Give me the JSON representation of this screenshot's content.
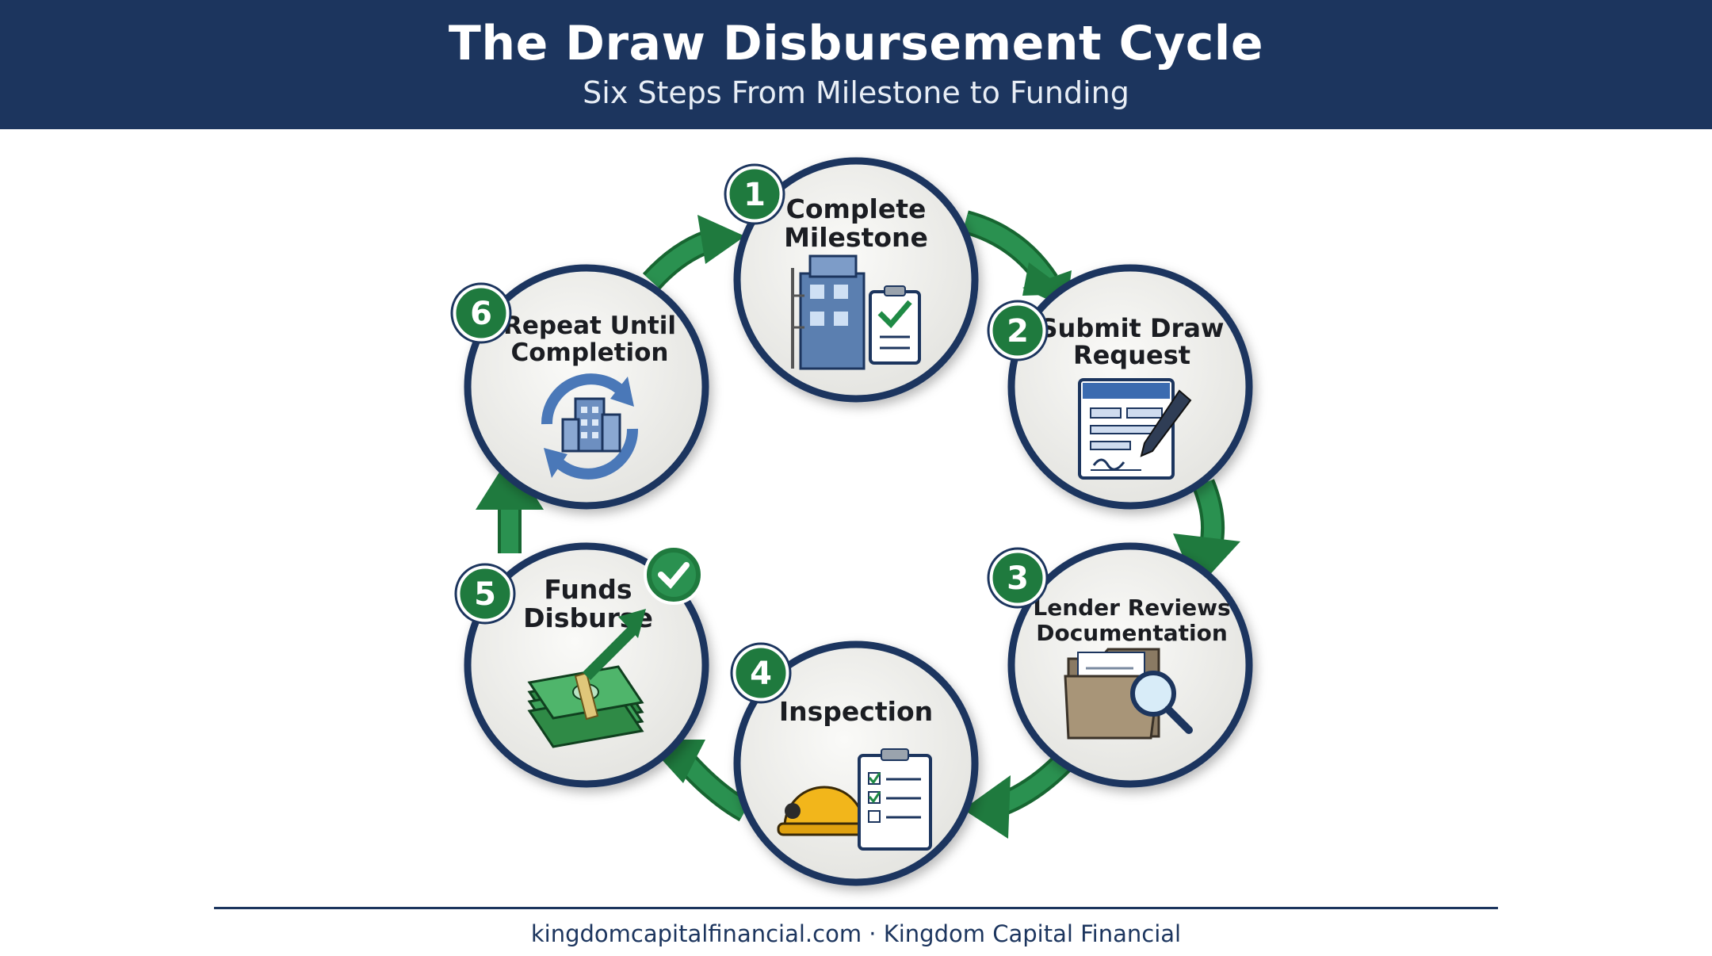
{
  "header": {
    "title": "The Draw Disbursement Cycle",
    "subtitle": "Six Steps From Milestone to Funding"
  },
  "steps": [
    {
      "number": "1",
      "line1": "Complete",
      "line2": "Milestone",
      "icon": "building-construction-checklist-icon"
    },
    {
      "number": "2",
      "line1": "Submit Draw",
      "line2": "Request",
      "icon": "document-signature-pen-icon"
    },
    {
      "number": "3",
      "line1": "Lender Reviews",
      "line2": "Documentation",
      "icon": "folder-magnifier-icon"
    },
    {
      "number": "4",
      "line1": "Inspection",
      "line2": "",
      "icon": "hard-hat-checklist-icon"
    },
    {
      "number": "5",
      "line1": "Funds",
      "line2": "Disburse",
      "icon": "money-stack-arrow-icon"
    },
    {
      "number": "6",
      "line1": "Repeat Until",
      "line2": "Completion",
      "icon": "building-cycle-arrows-icon"
    }
  ],
  "colors": {
    "navy": "#1c355e",
    "green": "#1f7a3e",
    "circle_fill": "#f1f1ef"
  },
  "footer": {
    "text": "kingdomcapitalfinancial.com · Kingdom Capital Financial"
  }
}
